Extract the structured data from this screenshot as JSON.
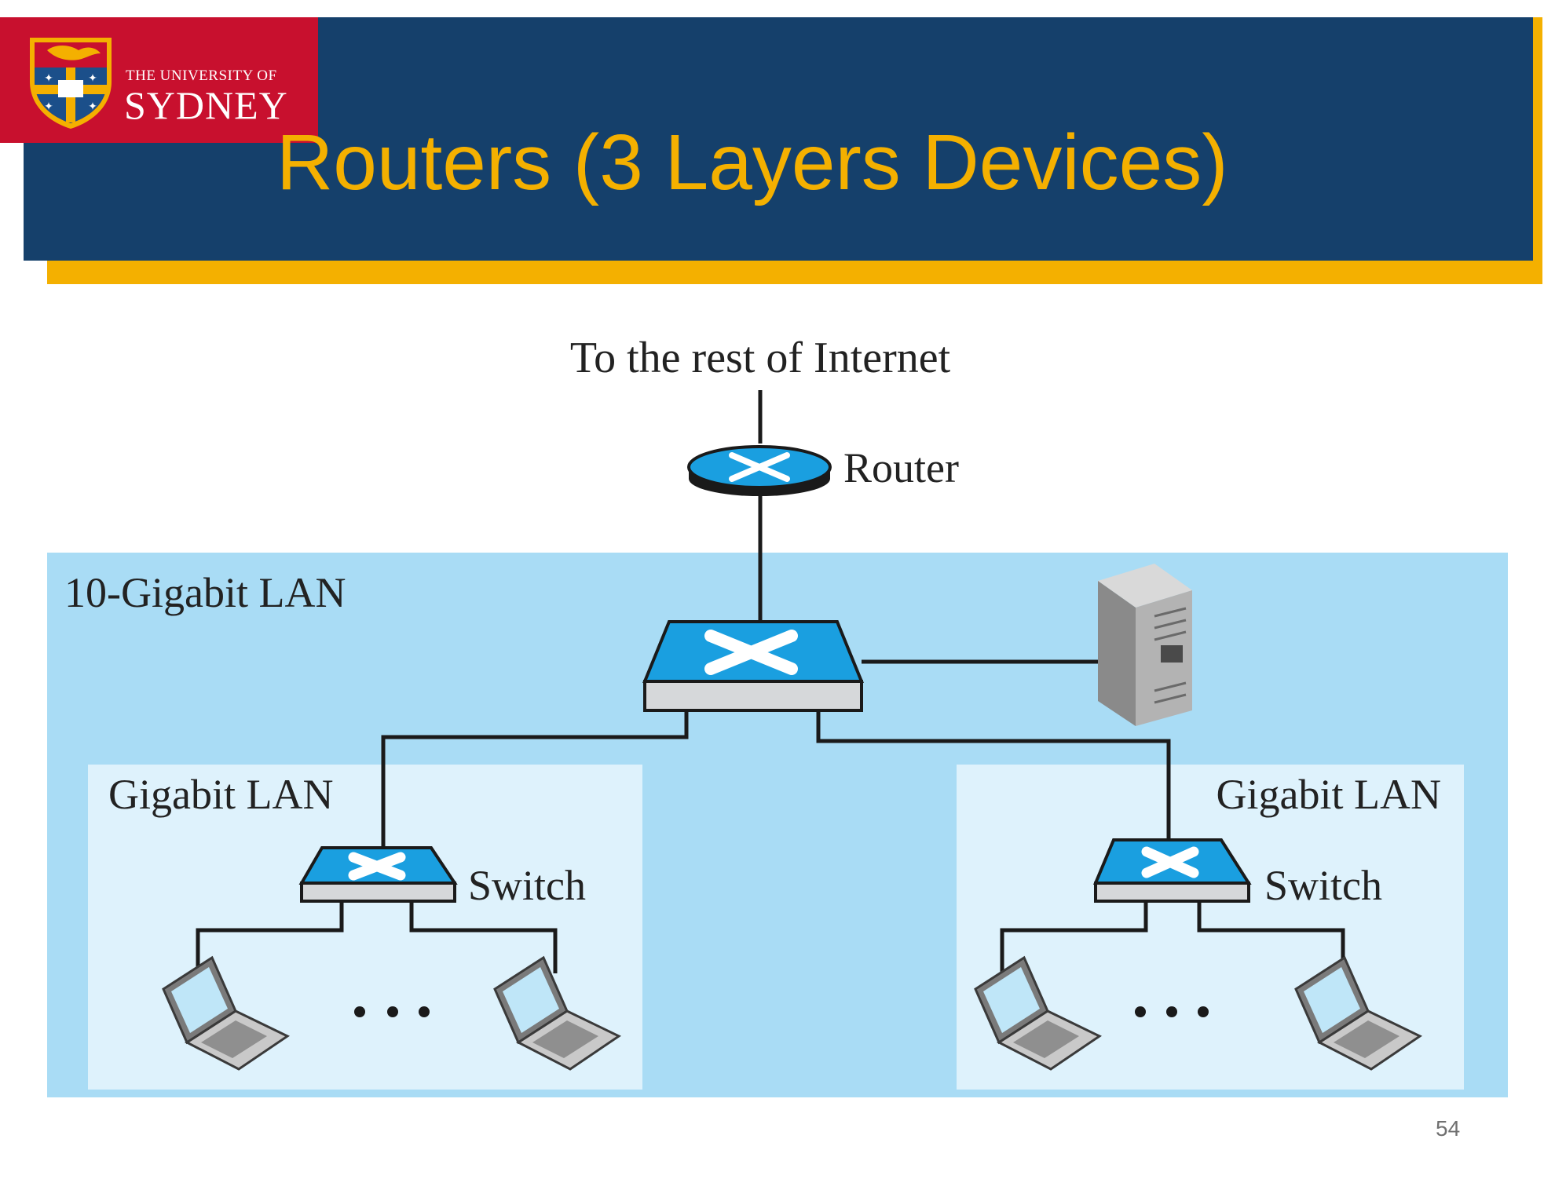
{
  "header": {
    "logo_line1": "THE UNIVERSITY OF",
    "logo_line2": "SYDNEY",
    "title": "Routers (3 Layers Devices)"
  },
  "diagram": {
    "internet_label": "To the rest of Internet",
    "router_label": "Router",
    "backbone_label": "10-Gigabit LAN",
    "left_lan_label": "Gigabit LAN",
    "right_lan_label": "Gigabit LAN",
    "left_switch_label": "Switch",
    "right_switch_label": "Switch"
  },
  "footer": {
    "page_number": "54"
  },
  "colors": {
    "header_blue": "#15406b",
    "accent_gold": "#f4b000",
    "logo_red": "#c8102e",
    "lan_blue": "#a9dcf5",
    "sublan_blue": "#def2fc",
    "device_blue": "#1a9fe0"
  }
}
